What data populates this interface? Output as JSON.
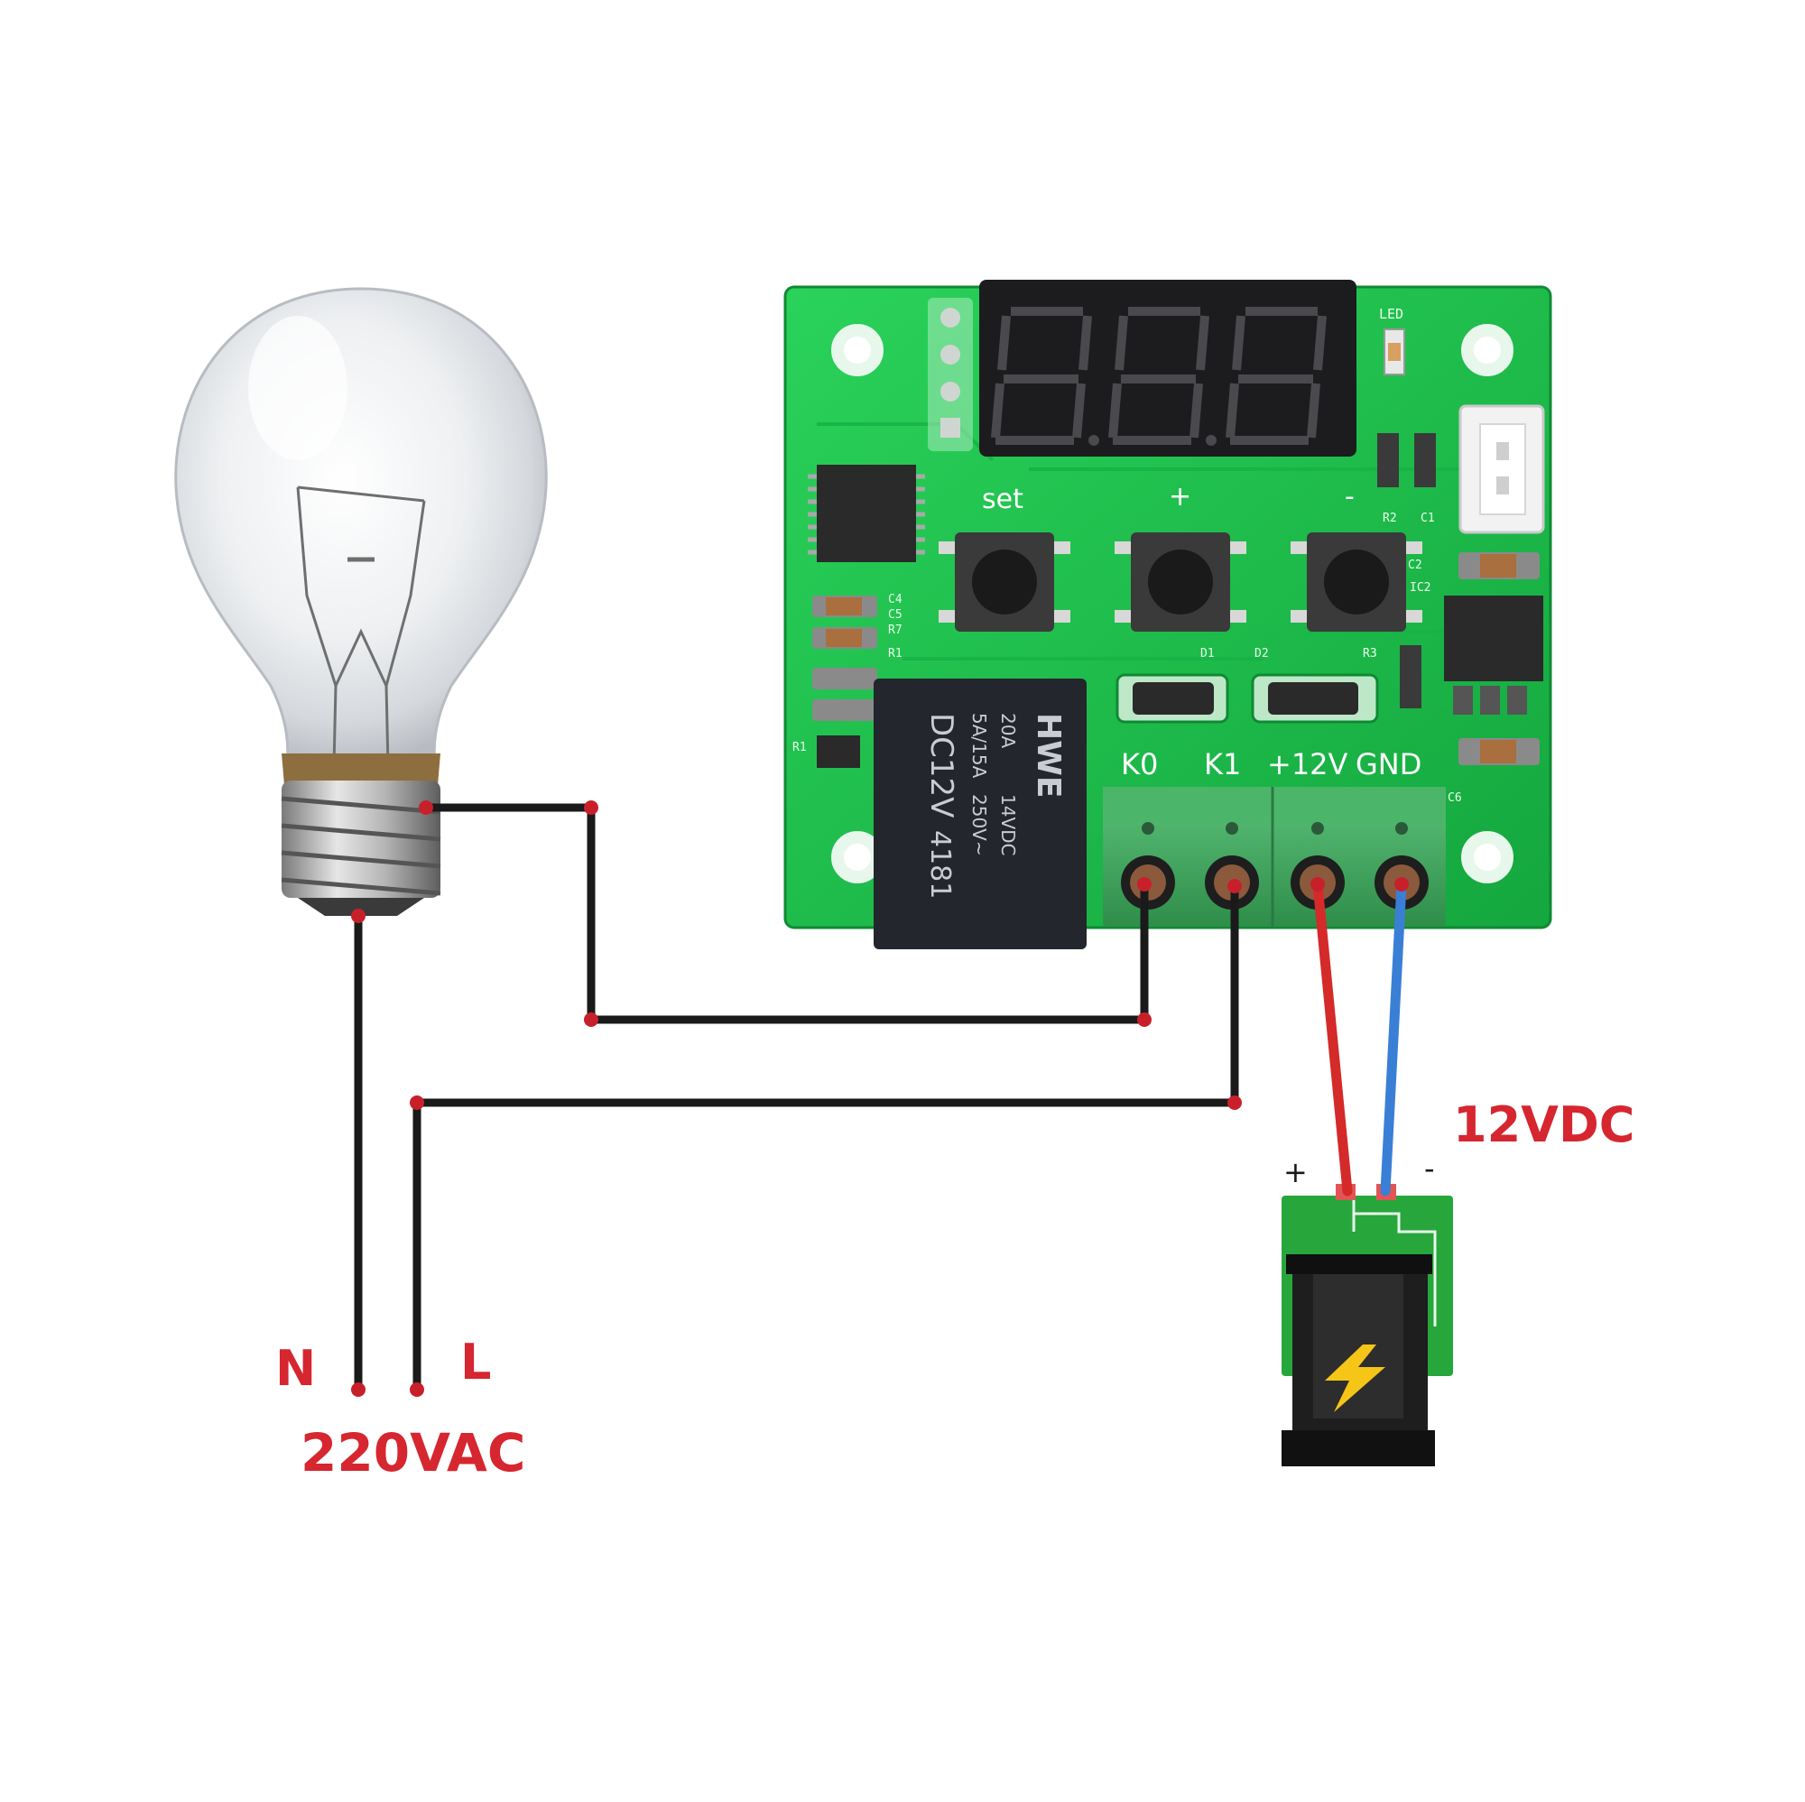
{
  "labels": {
    "neutral": "N",
    "live": "L",
    "ac_supply": "220VAC",
    "dc_supply": "12VDC",
    "dc_plus": "+",
    "dc_minus": "-"
  },
  "board": {
    "button_labels": {
      "set": "set",
      "plus": "+",
      "minus": "-"
    },
    "led_label": "LED",
    "terminal_labels": [
      "K0",
      "K1",
      "+12V",
      "GND"
    ],
    "component_labels": [
      "C4",
      "C5",
      "R7",
      "R1",
      "R1",
      "D1",
      "D2",
      "R3",
      "R2",
      "C1",
      "C2",
      "C6",
      "IC2"
    ],
    "relay": {
      "brand": "HWE",
      "model": "DC12V",
      "code": "4181",
      "rating_1": "20A",
      "rating_2": "5A/15A",
      "rating_3": "14VDC",
      "rating_4": "250V~"
    }
  },
  "colors": {
    "wire_black": "#1a1a1a",
    "wire_red": "#d42a2a",
    "wire_blue": "#3a7fd6",
    "joint_red": "#c8202a",
    "pcb_green": "#21c24f",
    "terminal_green": "#3aa85a",
    "label_red": "#d6262f"
  }
}
